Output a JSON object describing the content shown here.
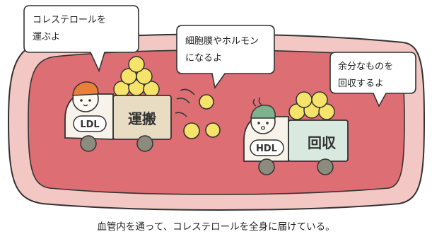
{
  "bubbles": {
    "ldl": [
      "コレステロールを",
      "運ぶよ"
    ],
    "middle": [
      "細胞膜やホルモン",
      "になるよ"
    ],
    "hdl": [
      "余分なものを",
      "回収するよ"
    ]
  },
  "trucks": {
    "ldl": {
      "badge": "LDL",
      "cargo_label": "運搬"
    },
    "hdl": {
      "badge": "HDL",
      "cargo_label": "回収"
    }
  },
  "caption": "血管内を通って、コレステロールを全身に届けている。"
}
